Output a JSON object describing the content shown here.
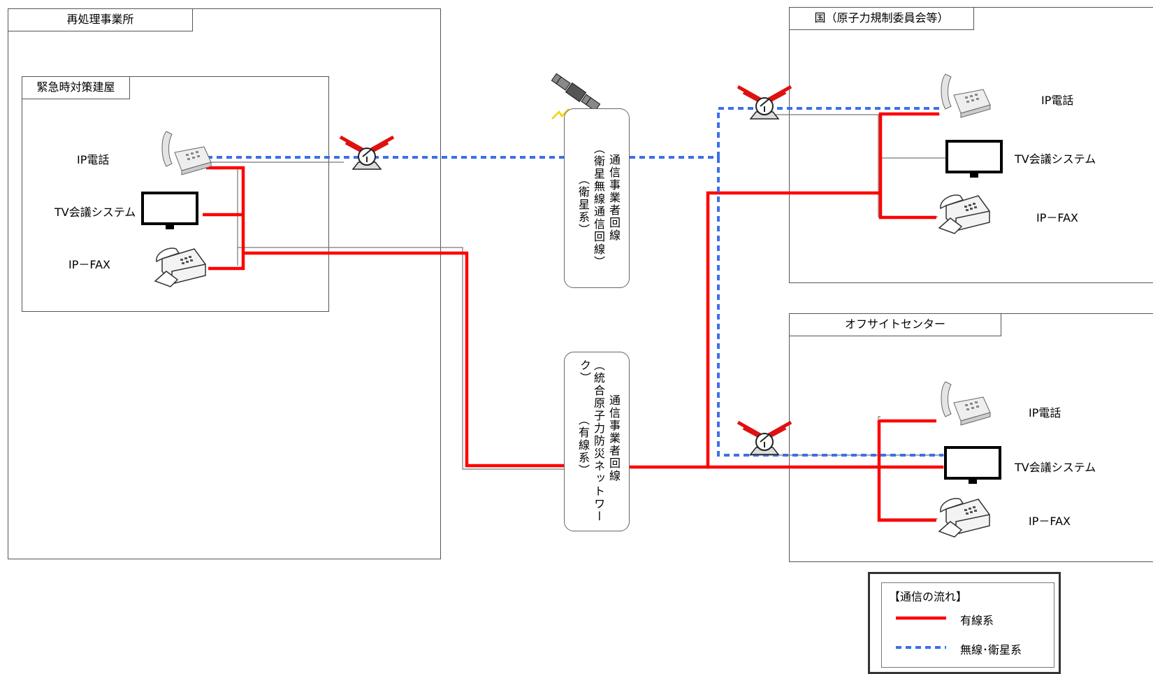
{
  "sites": {
    "reprocessing": {
      "title": "再処理事業所",
      "building": "緊急時対策建屋",
      "devices": {
        "phone": "IP電話",
        "tv": "TV会議システム",
        "fax": "IP－FAX"
      }
    },
    "government": {
      "title": "国（原子力規制委員会等）",
      "devices": {
        "phone": "IP電話",
        "tv": "TV会議システム",
        "fax": "IP－FAX"
      }
    },
    "offsite": {
      "title": "オフサイトセンター",
      "devices": {
        "phone": "IP電話",
        "tv": "TV会議システム",
        "fax": "IP－FAX"
      }
    }
  },
  "carriers": {
    "satellite": {
      "line1": "通信事業者回線",
      "line2": "（衛星無線通信回線）",
      "line3": "（衛星系）"
    },
    "wired": {
      "line1": "通信事業者回線",
      "line2": "（統合原子力防災ネットワーク）",
      "line3": "（有線系）"
    }
  },
  "legend": {
    "title": "【通信の流れ】",
    "wired_label": "有線系",
    "wireless_label": "無線･衛星系"
  },
  "colors": {
    "wired": "#ff0000",
    "wireless": "#3d6fe8",
    "icon_red": "#e01010",
    "bolt": "#f2d200"
  },
  "icons": [
    "ip-phone-icon",
    "monitor-icon",
    "fax-icon",
    "satellite-dish-icon",
    "satellite-icon"
  ]
}
